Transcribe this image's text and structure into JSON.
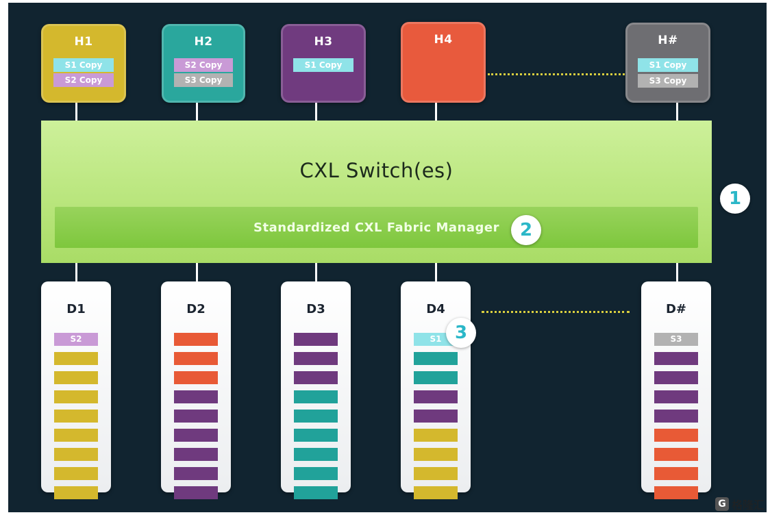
{
  "colors": {
    "background": "#112430",
    "switch": "#b8e57b",
    "fabric_bar": "#86cb47",
    "badge_text": "#2bb7c8",
    "yellow": "#d4b82d",
    "orange": "#e85a36",
    "purple": "#6f3a7e",
    "teal": "#21a29a",
    "cyan_tag": "#8fe3e8",
    "pink_tag": "#c99ad6",
    "gray_tag": "#b2b2b2",
    "dotted_line": "#d9cf3f"
  },
  "hosts": [
    {
      "id": "h1",
      "label": "H1",
      "color": "#d4b82d",
      "copies": [
        {
          "label": "S1 Copy",
          "color": "#8fe3e8"
        },
        {
          "label": "S2 Copy",
          "color": "#c99ad6"
        }
      ]
    },
    {
      "id": "h2",
      "label": "H2",
      "color": "#2aa79d",
      "copies": [
        {
          "label": "S2 Copy",
          "color": "#c99ad6"
        },
        {
          "label": "S3 Copy",
          "color": "#b2b2b2"
        }
      ]
    },
    {
      "id": "h3",
      "label": "H3",
      "color": "#703b7f",
      "copies": [
        {
          "label": "S1 Copy",
          "color": "#8fe3e8"
        }
      ]
    },
    {
      "id": "h4",
      "label": "H4",
      "color": "#e85a3d",
      "copies": []
    },
    {
      "id": "hn",
      "label": "H#",
      "color": "#6e6e72",
      "copies": [
        {
          "label": "S1 Copy",
          "color": "#8fe3e8"
        },
        {
          "label": "S3 Copy",
          "color": "#b2b2b2"
        }
      ]
    }
  ],
  "switch": {
    "title": "CXL Switch(es)",
    "fabric_manager": "Standardized CXL Fabric Manager"
  },
  "badges": [
    "1",
    "2",
    "3"
  ],
  "devices": [
    {
      "id": "d1",
      "label": "D1",
      "tag": {
        "label": "S2",
        "color": "#c99ad6"
      },
      "blocks": [
        "yellow",
        "yellow",
        "yellow",
        "yellow",
        "yellow",
        "yellow",
        "yellow",
        "yellow"
      ]
    },
    {
      "id": "d2",
      "label": "D2",
      "tag": null,
      "blocks": [
        "orange",
        "orange",
        "orange",
        "purple",
        "purple",
        "purple",
        "purple",
        "purple",
        "purple"
      ]
    },
    {
      "id": "d3",
      "label": "D3",
      "tag": null,
      "blocks": [
        "purple",
        "purple",
        "purple",
        "teal",
        "teal",
        "teal",
        "teal",
        "teal",
        "teal"
      ]
    },
    {
      "id": "d4",
      "label": "D4",
      "tag": {
        "label": "S1",
        "color": "#8fe3e8"
      },
      "blocks": [
        "teal",
        "teal",
        "purple",
        "purple",
        "yellow",
        "yellow",
        "yellow",
        "yellow"
      ]
    },
    {
      "id": "dn",
      "label": "D#",
      "tag": {
        "label": "S3",
        "color": "#b2b2b2"
      },
      "blocks": [
        "purple",
        "purple",
        "purple",
        "purple",
        "orange",
        "orange",
        "orange",
        "orange"
      ]
    }
  ],
  "watermark": {
    "logo": "G",
    "text": "格隆汇"
  }
}
